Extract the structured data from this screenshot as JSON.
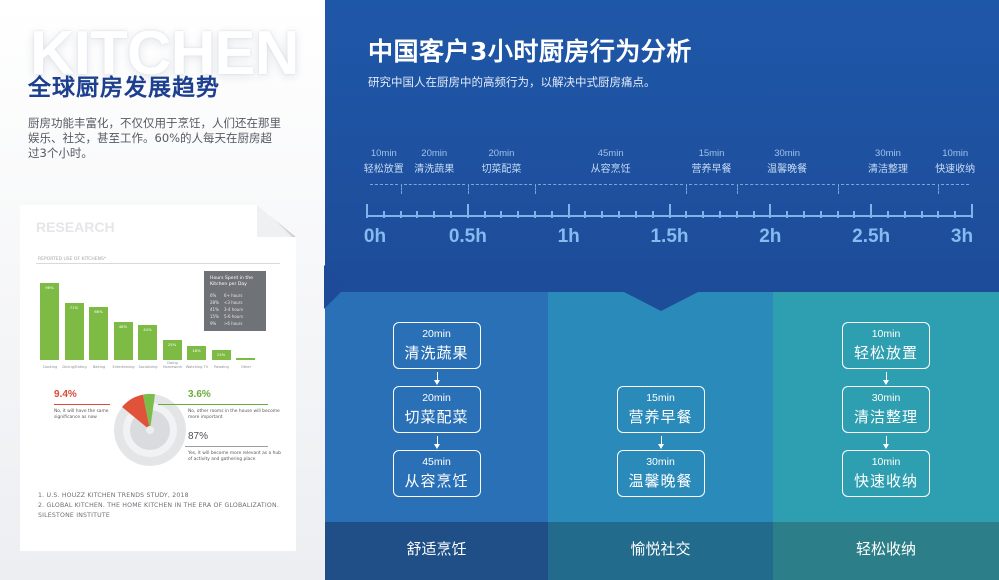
{
  "left": {
    "big_word": "KITCHEN",
    "title": "全球厨房发展趋势",
    "description": "厨房功能丰富化，不仅仅用于烹饪，人们还在那里娱乐、社交，甚至工作。60%的人每天在厨房超过3个小时。",
    "paper": {
      "label": "RESEARCH",
      "subtitle": "REPORTED USE OF KITCHENS*",
      "bars": [
        {
          "category": "Cooking",
          "value": 96,
          "label": "96%"
        },
        {
          "category": "Dining/Eating",
          "value": 71,
          "label": "71%"
        },
        {
          "category": "Baking",
          "value": 66,
          "label": "66%"
        },
        {
          "category": "Entertaining",
          "value": 48,
          "label": "48%"
        },
        {
          "category": "Socializing",
          "value": 44,
          "label": "44%"
        },
        {
          "category": "Doing Homework",
          "value": 25,
          "label": "25%"
        },
        {
          "category": "Watching TV",
          "value": 18,
          "label": "18%"
        },
        {
          "category": "Reading",
          "value": 13,
          "label": "13%"
        },
        {
          "category": "Other",
          "value": 3,
          "label": "3%"
        }
      ],
      "legend": {
        "title": "Hours Spent in the Kitchen per Day",
        "rows": [
          {
            "pct": "6%",
            "label": "6+ hours"
          },
          {
            "pct": "28%",
            "label": "<3 hours"
          },
          {
            "pct": "41%",
            "label": "3-4 hours"
          },
          {
            "pct": "15%",
            "label": "5-6 hours"
          },
          {
            "pct": "9%",
            "label": ">6 hours"
          }
        ]
      },
      "gauge": {
        "red_pct": "9.4%",
        "red_text": "No, it will have the same significance as now",
        "green_pct": "3.6%",
        "green_text": "No, other rooms in the house will become more important",
        "grey_pct": "87%",
        "grey_text": "Yes, it will become more relevant as a hub of activity and gathering place"
      },
      "refs": [
        "1. U.S. HOUZZ KITCHEN TRENDS STUDY, 2018",
        "2. GLOBAL KITCHEN. THE HOME KITCHEN IN THE ERA OF GLOBALIZATION.",
        "SILESTONE INSTITUTE"
      ]
    }
  },
  "right": {
    "title": "中国客户3小时厨房行为分析",
    "subtitle": "研究中国人在厨房中的高频行为，以解决中式厨房痛点。",
    "timeline": [
      {
        "min": "10min",
        "name": "轻松放置",
        "start": 0,
        "duration": 10
      },
      {
        "min": "20min",
        "name": "清洗蔬果",
        "start": 10,
        "duration": 20
      },
      {
        "min": "20min",
        "name": "切菜配菜",
        "start": 30,
        "duration": 20
      },
      {
        "min": "45min",
        "name": "从容烹饪",
        "start": 50,
        "duration": 45
      },
      {
        "min": "15min",
        "name": "营养早餐",
        "start": 95,
        "duration": 15
      },
      {
        "min": "30min",
        "name": "温馨晚餐",
        "start": 110,
        "duration": 30
      },
      {
        "min": "30min",
        "name": "清洁整理",
        "start": 140,
        "duration": 30
      },
      {
        "min": "10min",
        "name": "快速收纳",
        "start": 170,
        "duration": 10
      }
    ],
    "hour_labels": [
      "0h",
      "0.5h",
      "1h",
      "1.5h",
      "2h",
      "2.5h",
      "3h"
    ],
    "total_minutes": 180,
    "columns": [
      {
        "footer": "舒适烹饪",
        "boxes": [
          {
            "min": "20min",
            "name": "清洗蔬果"
          },
          {
            "min": "20min",
            "name": "切菜配菜"
          },
          {
            "min": "45min",
            "name": "从容烹饪"
          }
        ]
      },
      {
        "footer": "愉悦社交",
        "boxes": [
          {
            "min": "15min",
            "name": "营养早餐"
          },
          {
            "min": "30min",
            "name": "温馨晚餐"
          }
        ]
      },
      {
        "footer": "轻松收纳",
        "boxes": [
          {
            "min": "10min",
            "name": "轻松放置"
          },
          {
            "min": "30min",
            "name": "清洁整理"
          },
          {
            "min": "10min",
            "name": "快速收纳"
          }
        ]
      }
    ]
  }
}
